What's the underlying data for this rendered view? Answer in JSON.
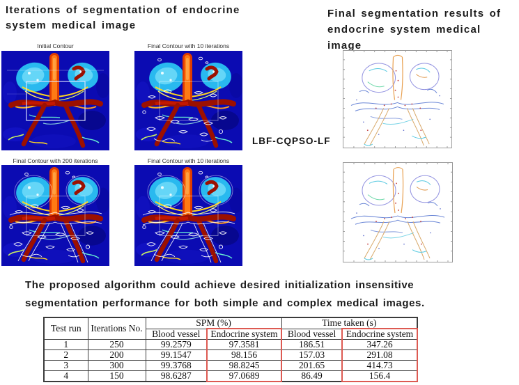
{
  "titles": {
    "left_line1": "Iterations of segmentation of endocrine",
    "left_line2": "system medical image",
    "right_line1": "Final segmentation results of",
    "right_line2": "endocrine system medical image"
  },
  "panels": {
    "caption_initial": "Initial Contour",
    "caption_iter10_top": "Final Contour with 10 iterations",
    "caption_iter200": "Final Contour with 200 iterations",
    "caption_iter10_bottom": "Final Contour with 10 iterations"
  },
  "method_label": "LBF-CQPSO-LF",
  "summary": {
    "line1": "The proposed algorithm could achieve desired initialization insensitive",
    "line2": "segmentation performance for both simple and complex medical images."
  },
  "table": {
    "corner_headers": [
      "Test run",
      "Iterations No."
    ],
    "group_headers": [
      "SPM (%)",
      "Time taken (s)"
    ],
    "sub_headers": [
      "Blood vessel",
      "Endocrine system",
      "Blood vessel",
      "Endocrine system"
    ],
    "rows": [
      [
        "1",
        "250",
        "99.2579",
        "97.3581",
        "186.51",
        "347.26"
      ],
      [
        "2",
        "200",
        "99.1547",
        "98.156",
        "157.03",
        "291.08"
      ],
      [
        "3",
        "300",
        "99.3768",
        "98.8245",
        "201.65",
        "414.73"
      ],
      [
        "4",
        "150",
        "98.6287",
        "97.0689",
        "86.49",
        "156.4"
      ]
    ]
  },
  "colors": {
    "ink": "#1c1c1c",
    "caption": "#2b2b2b",
    "table_border": "#3b3b3b",
    "hl_red": "#dd5a52",
    "angio_bg": "#0b0bb2",
    "kidney_cyan": "#29b9ef",
    "vessel_red": "#9c1000",
    "aorta_orange": "#ff7a14"
  }
}
